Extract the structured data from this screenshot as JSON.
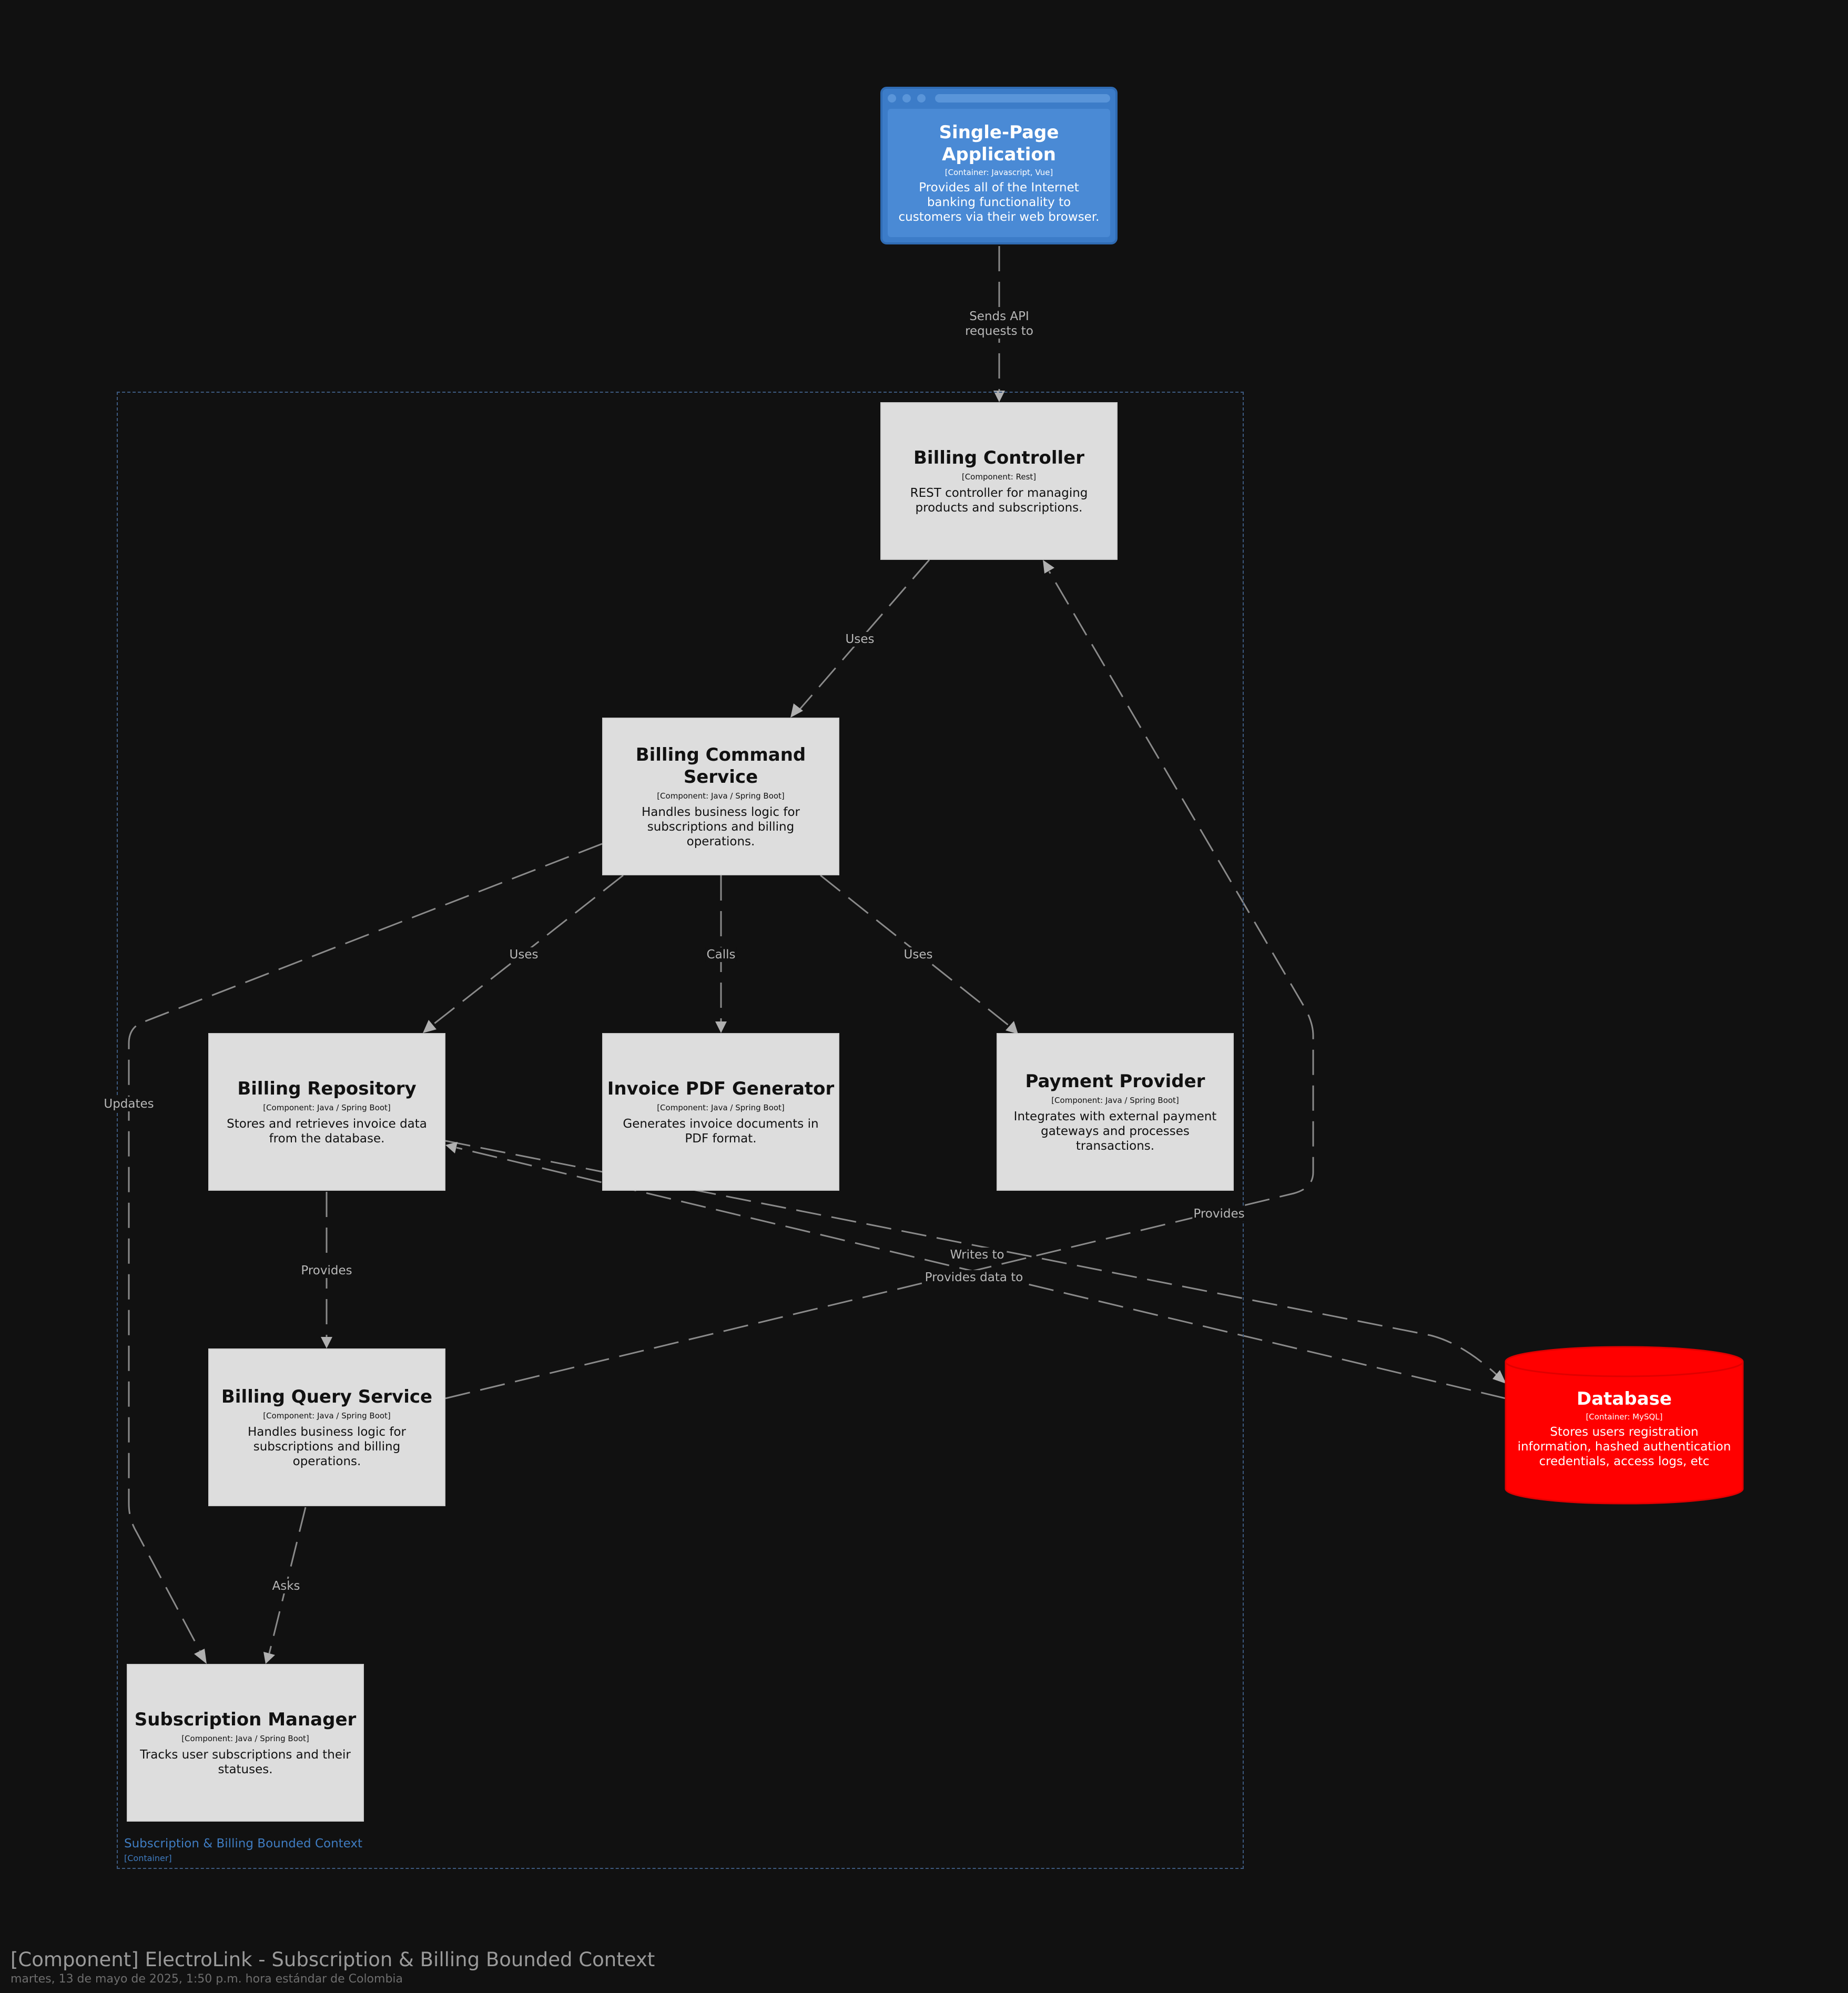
{
  "diagram": {
    "title": "[Component] ElectroLink - Subscription & Billing Bounded Context",
    "subtitle": "martes, 13 de mayo de 2025, 1:50 p.m. hora estándar de Colombia",
    "boundary": {
      "name": "Subscription & Billing Bounded Context",
      "type": "[Container]"
    },
    "colors": {
      "background": "#111111",
      "component": "#dddddd",
      "container": "#3c7cc8",
      "database": "#ff0000",
      "edge": "#8a8a8a",
      "boundary": "#3d5a80"
    },
    "spa": {
      "name": "Single-Page Application",
      "tech": "[Container: Javascript, Vue]",
      "desc": "Provides all of the Internet banking functionality to customers via their web browser."
    },
    "billing_controller": {
      "name": "Billing Controller",
      "tech": "[Component: Rest]",
      "desc": "REST controller for managing products and subscriptions."
    },
    "billing_command": {
      "name": "Billing Command Service",
      "tech": "[Component: Java / Spring Boot]",
      "desc": "Handles business logic for subscriptions and billing operations."
    },
    "billing_repository": {
      "name": "Billing Repository",
      "tech": "[Component: Java / Spring Boot]",
      "desc": "Stores and retrieves invoice data from the database."
    },
    "invoice_pdf": {
      "name": "Invoice PDF Generator",
      "tech": "[Component: Java / Spring Boot]",
      "desc": "Generates invoice documents in PDF format."
    },
    "payment_provider": {
      "name": "Payment Provider",
      "tech": "[Component: Java / Spring Boot]",
      "desc": "Integrates with external payment gateways and processes transactions."
    },
    "billing_query": {
      "name": "Billing Query Service",
      "tech": "[Component: Java / Spring Boot]",
      "desc": "Handles business logic for subscriptions and billing operations."
    },
    "subscription_manager": {
      "name": "Subscription Manager",
      "tech": "[Component: Java / Spring Boot]",
      "desc": "Tracks user subscriptions and their statuses."
    },
    "database": {
      "name": "Database",
      "tech": "[Container: MySQL]",
      "desc": "Stores users registration information, hashed authentication credentials, access logs, etc"
    },
    "edges": {
      "sends_api": "Sends API requests to",
      "uses_1": "Uses",
      "uses_2": "Uses",
      "calls": "Calls",
      "uses_3": "Uses",
      "updates": "Updates",
      "provides_1": "Provides",
      "provides_2": "Provides",
      "writes_to": "Writes to",
      "provides_data_to": "Provides data to",
      "asks": "Asks"
    }
  }
}
